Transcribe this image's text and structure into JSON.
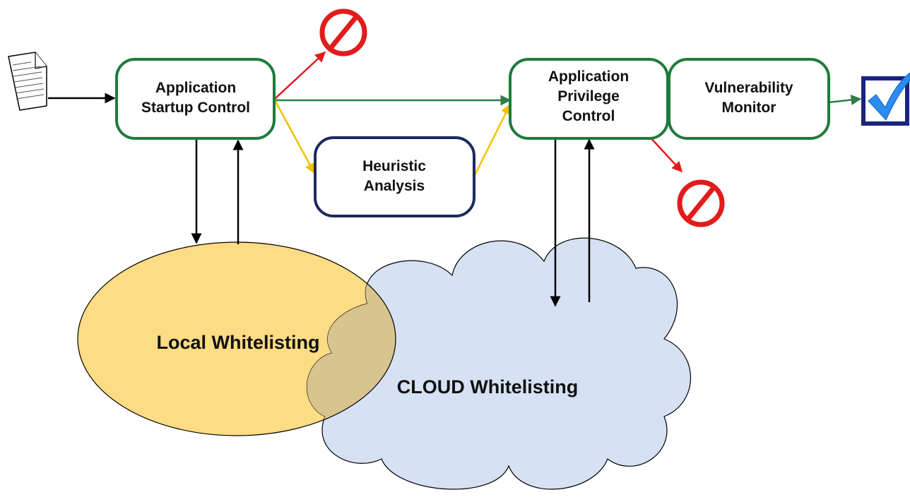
{
  "nodes": {
    "startup_control": {
      "lines": [
        "Application",
        "Startup Control"
      ]
    },
    "heuristic": {
      "lines": [
        "Heuristic",
        "Analysis"
      ]
    },
    "privilege_control": {
      "lines": [
        "Application",
        "Privilege",
        "Control"
      ]
    },
    "vulnerability_monitor": {
      "lines": [
        "Vulnerability",
        "Monitor"
      ]
    }
  },
  "regions": {
    "local": {
      "label": "Local Whitelisting"
    },
    "cloud": {
      "label": "CLOUD Whitelisting"
    }
  },
  "icons": {
    "input": "document-icon",
    "blocked": "prohibited-icon",
    "result": "checkbox-checked-icon"
  },
  "colors": {
    "green_border": "#1e7b3a",
    "green_arrow": "#2e7d4a",
    "navy_border": "#1c2b5e",
    "yellow_arrow": "#f5c000",
    "red_arrow": "#e21b1b",
    "local_fill": "#fcdc84",
    "cloud_fill": "#d6e2f3",
    "overlap_fill": "#d8c48e",
    "check_box": "#1a237e",
    "check_mark": "#2c8cf0"
  }
}
